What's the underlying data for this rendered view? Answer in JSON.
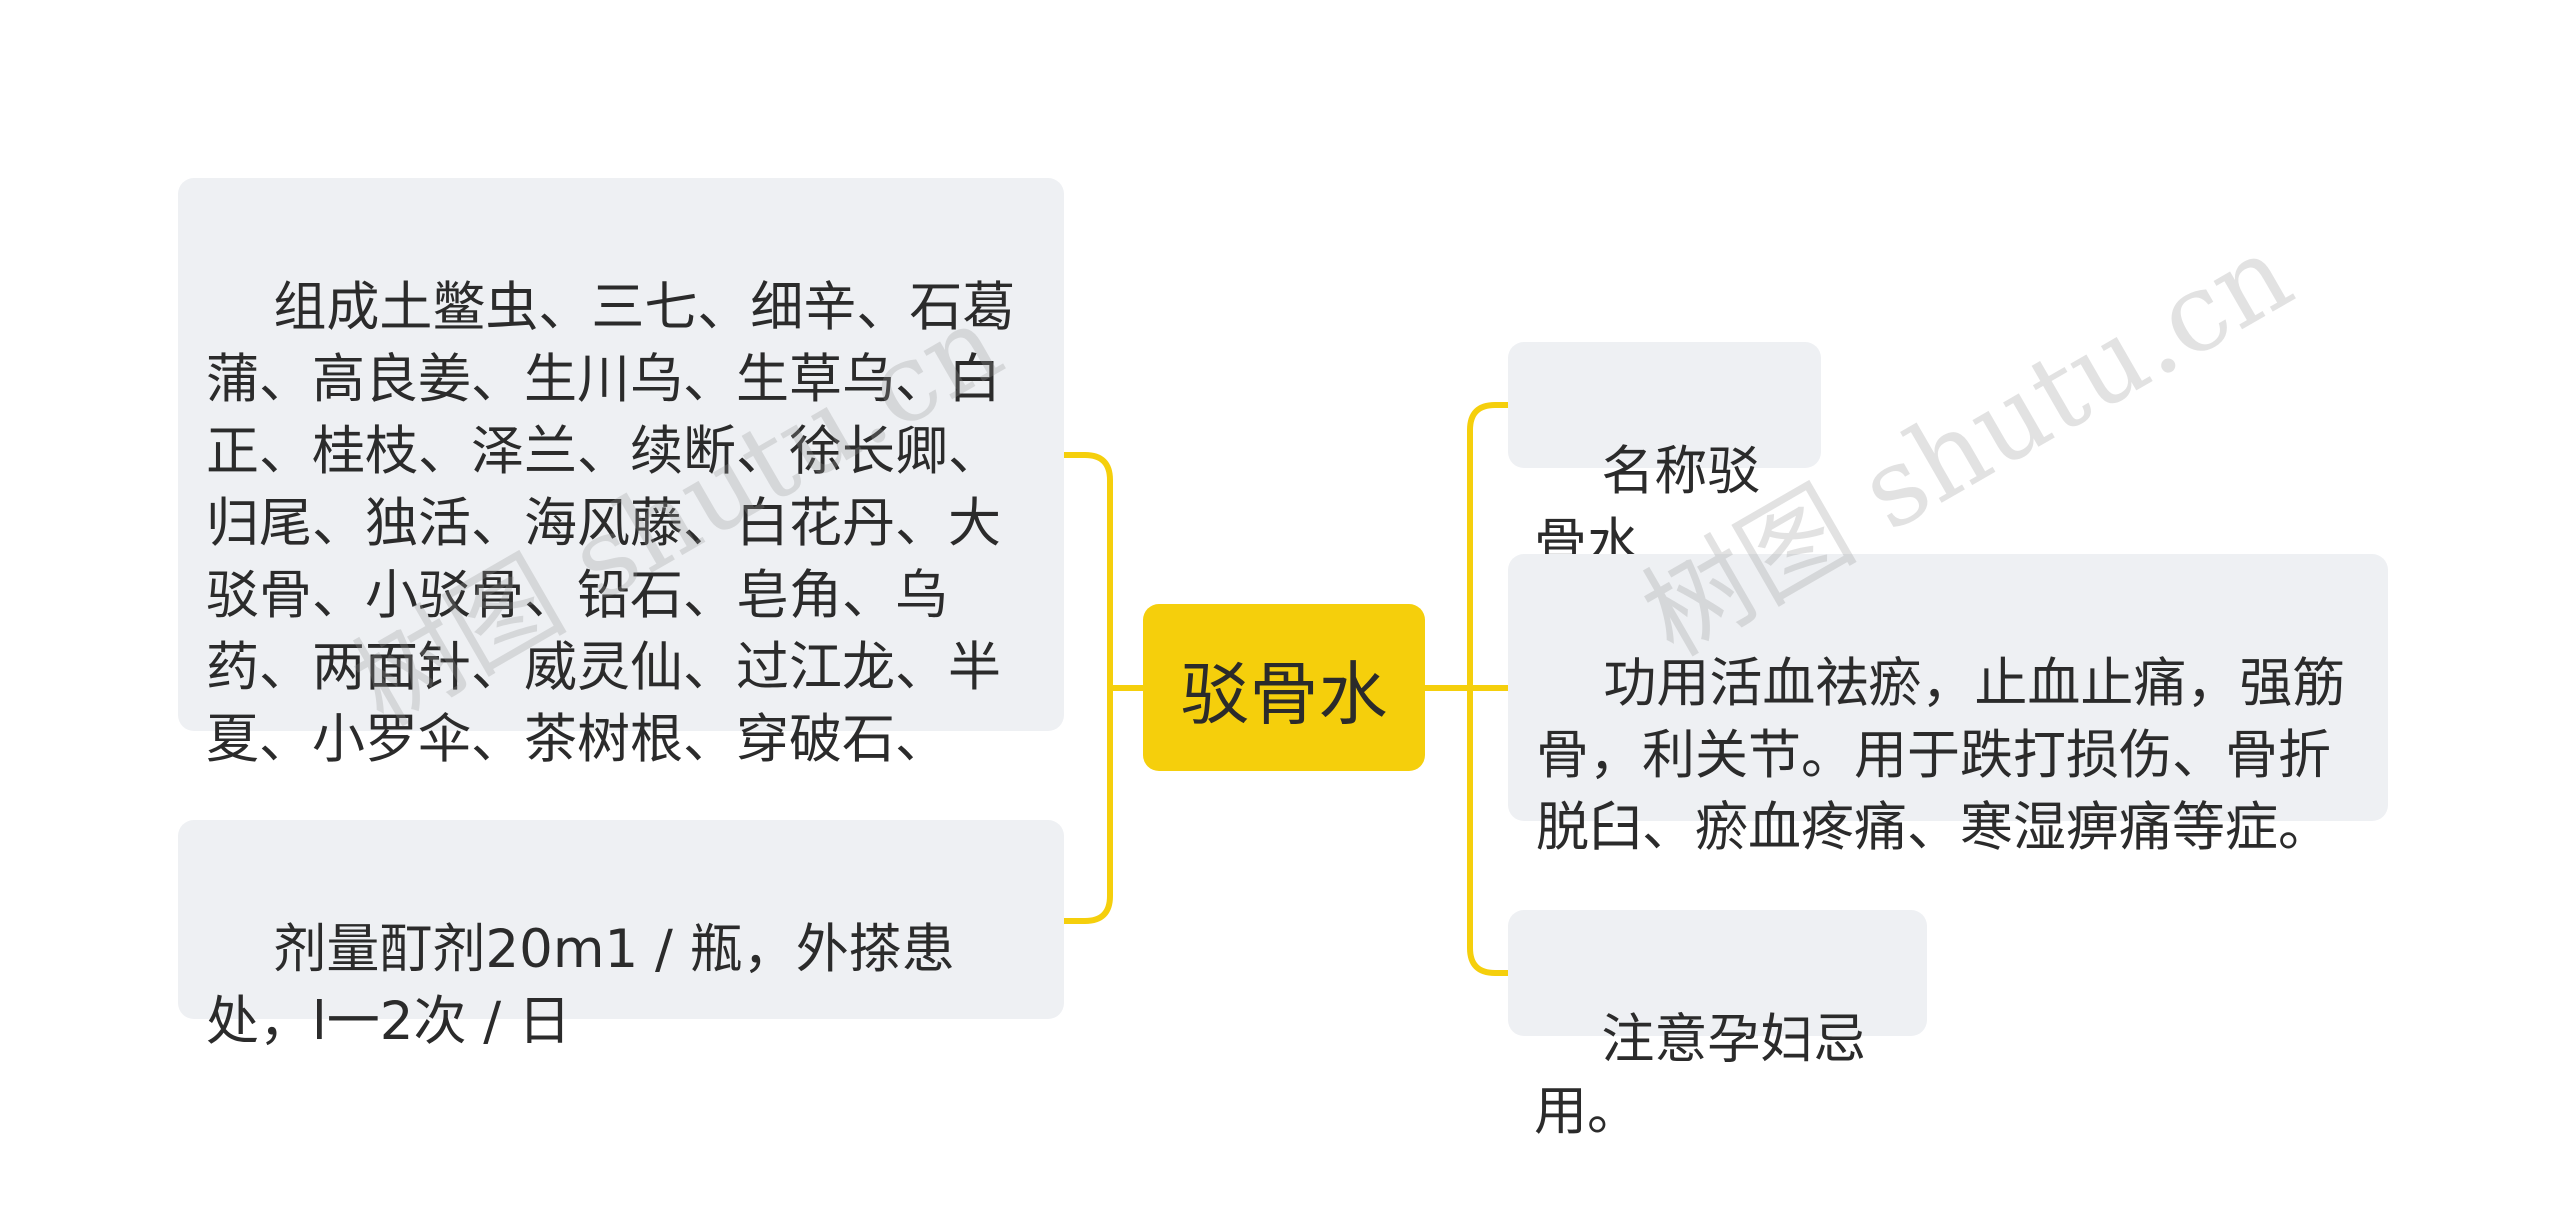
{
  "center": {
    "label": "驳骨水"
  },
  "left_nodes": [
    {
      "text": "组成土鳖虫、三七、细辛、石葛蒲、高良姜、生川乌、生草乌、白正、桂枝、泽兰、续断、徐长卿、归尾、独活、海风藤、白花丹、大驳骨、小驳骨、铅石、皂角、乌药、两面针、威灵仙、过江龙、半夏、小罗伞、茶树根、穿破石、"
    },
    {
      "text": "剂量酊剂20m1 / 瓶，外搽患处，l一2次 / 日"
    }
  ],
  "right_nodes": [
    {
      "text": "名称驳骨水"
    },
    {
      "text": "功用活血祛瘀，止血止痛，强筋骨，利关节。用于跌打损伤、骨折脱臼、瘀血疼痛、寒湿痹痛等症。"
    },
    {
      "text": "注意孕妇忌用。"
    }
  ],
  "watermarks": [
    "树图 shutu.cn",
    "树图 shutu.cn"
  ],
  "colors": {
    "connector": "#f5cf0c",
    "center_fill": "#f5cf0c",
    "node_fill": "#eef0f3",
    "text": "#2b2b2b"
  }
}
